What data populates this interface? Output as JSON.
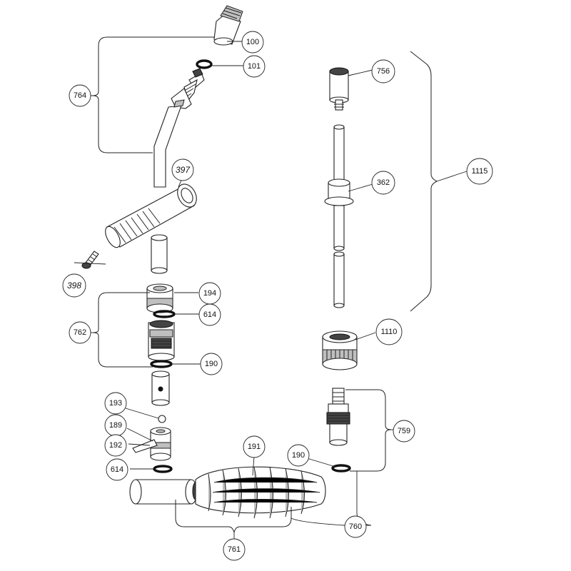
{
  "diagram": {
    "callouts": {
      "c100": "100",
      "c101": "101",
      "c764": "764",
      "c397": "397",
      "c398": "398",
      "c194": "194",
      "c614a": "614",
      "c762": "762",
      "c190a": "190",
      "c193": "193",
      "c189": "189",
      "c192": "192",
      "c614b": "614",
      "c191": "191",
      "c190b": "190",
      "c759": "759",
      "c760": "760",
      "c761": "761",
      "c756": "756",
      "c362": "362",
      "c1115": "1115",
      "c1110": "1110"
    }
  }
}
